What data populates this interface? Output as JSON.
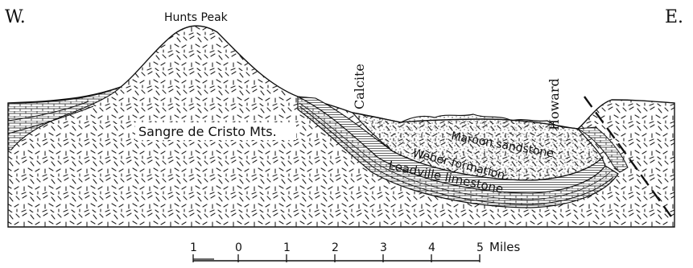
{
  "compass": {
    "west": "W.",
    "east": "E."
  },
  "peak_label": "Hunts Peak",
  "range_label": "Sangre de Cristo Mts.",
  "localities": {
    "calcite": "Calcite",
    "howard": "Howard"
  },
  "formations": {
    "maroon": "Maroon sandstone",
    "weber": "Weber formation",
    "leadville": "Leadville limestone"
  },
  "scale_bar": {
    "ticks": [
      "1",
      "0",
      "1",
      "2",
      "3",
      "4",
      "5"
    ],
    "unit": "Miles"
  },
  "colors": {
    "ink": "#111111",
    "paper": "#ffffff",
    "stipple": "#333333"
  }
}
